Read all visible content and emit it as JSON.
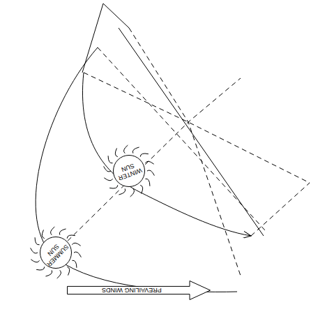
{
  "diagram": {
    "nodes": [
      {
        "text": [
          "SUMMER SUN"
        ]
      },
      {
        "text": [
          "WINTER SUN"
        ]
      },
      {
        "text": [
          "PREVAILING WINDS"
        ]
      }
    ]
  }
}
